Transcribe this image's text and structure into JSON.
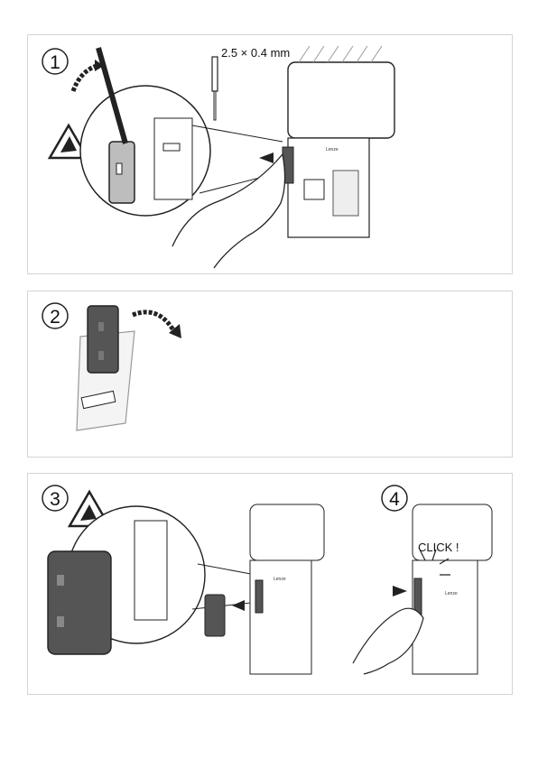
{
  "steps": [
    {
      "number": "1",
      "annotation": "2.5 × 0.4 mm"
    },
    {
      "number": "2"
    },
    {
      "number": "3"
    },
    {
      "number": "4",
      "annotation": "CLICK !"
    }
  ],
  "brand_mark": "Lenze",
  "icons": [
    "esd-warning-icon",
    "screwdriver-icon",
    "hand-icon",
    "arrow-icon"
  ],
  "colors": {
    "outline": "#222222",
    "panel_border": "#d4d4d4",
    "module_dark": "#555555",
    "grey_fill": "#bdbdbd"
  }
}
